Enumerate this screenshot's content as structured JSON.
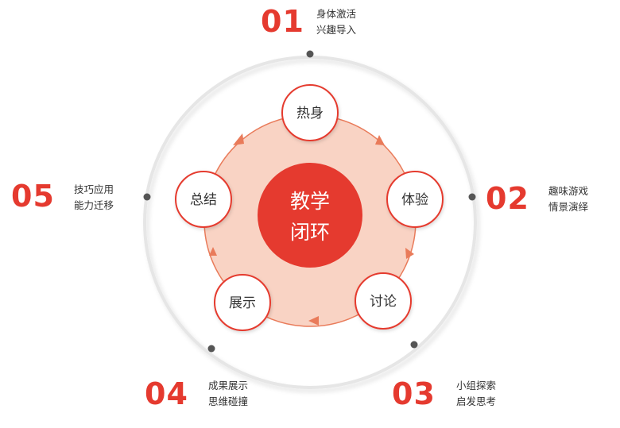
{
  "center": {
    "line1": "教学",
    "line2": "闭环"
  },
  "stages": [
    {
      "id": "warmup",
      "node": "热身",
      "number": "01",
      "desc_line1": "身体激活",
      "desc_line2": "兴趣导入"
    },
    {
      "id": "experience",
      "node": "体验",
      "number": "02",
      "desc_line1": "趣味游戏",
      "desc_line2": "情景演绎"
    },
    {
      "id": "discuss",
      "node": "讨论",
      "number": "03",
      "desc_line1": "小组探索",
      "desc_line2": "启发思考"
    },
    {
      "id": "showcase",
      "node": "展示",
      "number": "04",
      "desc_line1": "成果展示",
      "desc_line2": "思维碰撞"
    },
    {
      "id": "summary",
      "node": "总结",
      "number": "05",
      "desc_line1": "技巧应用",
      "desc_line2": "能力迁移"
    }
  ],
  "colors": {
    "accent": "#e53a2f",
    "pentagon_fill": "#f9d3c4",
    "node_fill": "#ffffff",
    "outer_ring": "#e6e6e6",
    "dot": "#555555",
    "text": "#333333"
  }
}
